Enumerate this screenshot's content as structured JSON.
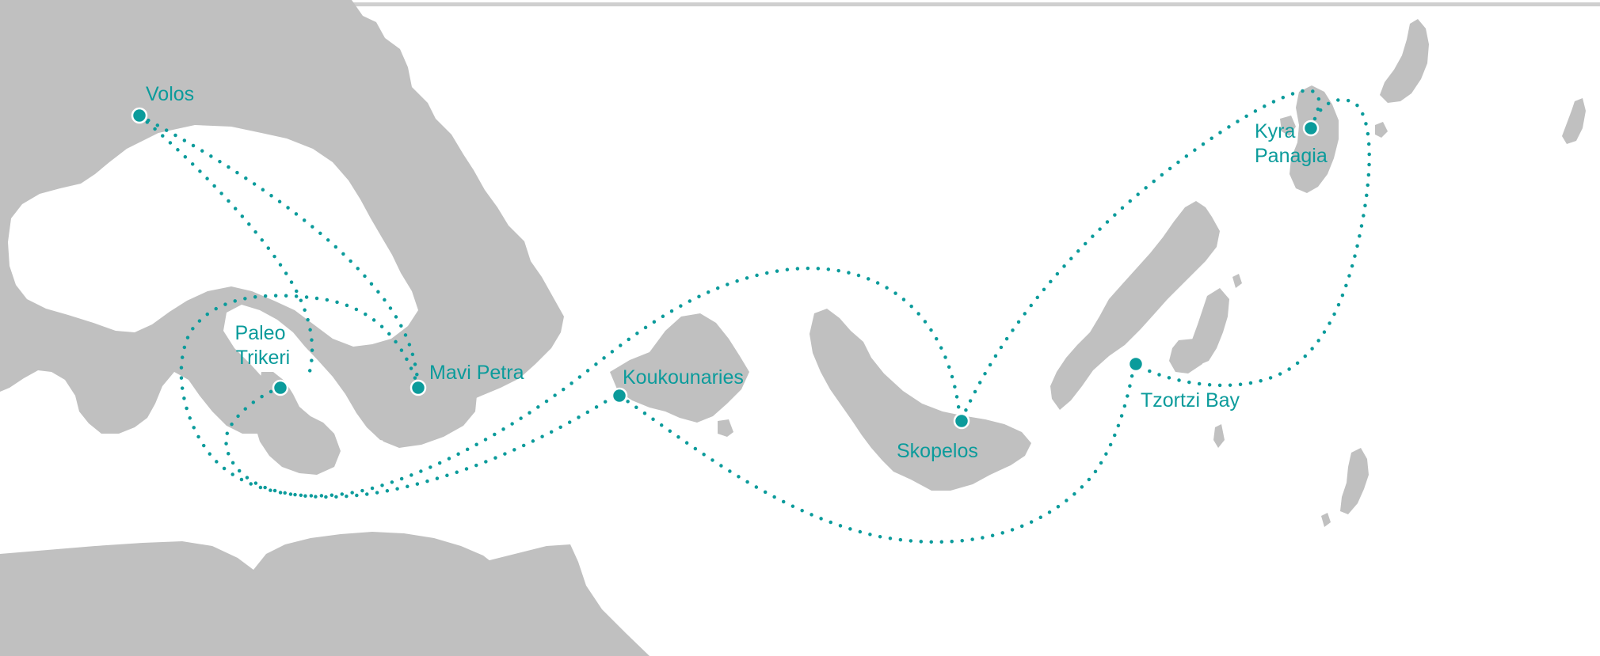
{
  "colors": {
    "land": "#c0c0c0",
    "sea": "#ffffff",
    "accent": "#0b9b9b"
  },
  "locations": [
    {
      "id": "volos",
      "label": [
        "Volos"
      ]
    },
    {
      "id": "paleo-trikeri",
      "label": [
        "Paleo",
        "Trikeri"
      ]
    },
    {
      "id": "mavi-petra",
      "label": [
        "Mavi Petra"
      ]
    },
    {
      "id": "koukounaries",
      "label": [
        "Koukounaries"
      ]
    },
    {
      "id": "skopelos",
      "label": [
        "Skopelos"
      ]
    },
    {
      "id": "tzortzi-bay",
      "label": [
        "Tzortzi Bay"
      ]
    },
    {
      "id": "kyra-panagia",
      "label": [
        "Kyra",
        "Panagia"
      ]
    }
  ],
  "route": {
    "style": "dotted",
    "stops": [
      "volos",
      "mavi-petra",
      "paleo-trikeri",
      "koukounaries",
      "skopelos",
      "kyra-panagia",
      "tzortzi-bay"
    ]
  }
}
